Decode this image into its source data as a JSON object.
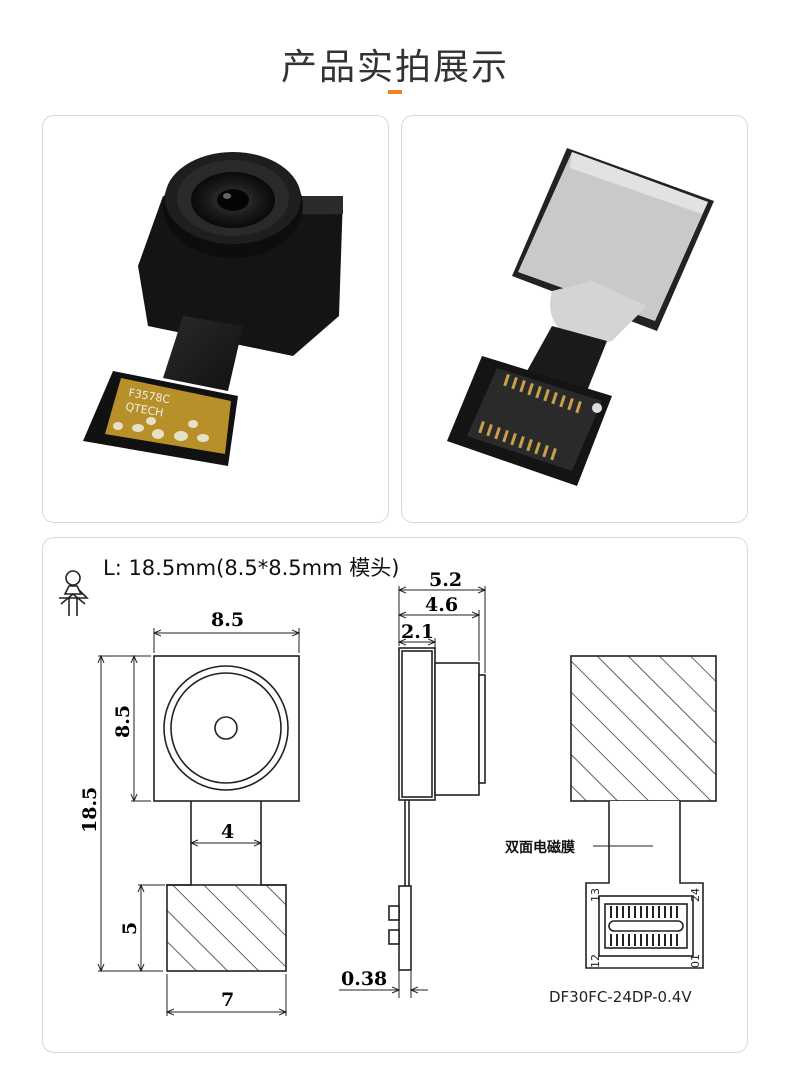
{
  "page_title": "产品实拍展示",
  "spec_label": "L: 18.5mm(8.5*8.5mm 模头)",
  "dimensions": {
    "top_width": "8.5",
    "module_height": "8.5",
    "total_length": "18.5",
    "flex_width": "4",
    "connector_height": "5",
    "connector_width": "7",
    "side_depth_total": "5.2",
    "side_depth_body": "4.6",
    "side_depth_lens": "2.1",
    "flex_thickness": "0.38"
  },
  "back_view": {
    "film_label": "双面电磁膜",
    "connector_model": "DF30FC-24DP-0.4V",
    "pin_13": "13",
    "pin_24": "24",
    "pin_12": "12",
    "pin_01": "01"
  },
  "photo_front": {
    "marking_line1": "F3578C",
    "marking_line2": "QTECH"
  },
  "colors": {
    "accent": "#f0821e",
    "border": "#d8d8d8"
  }
}
